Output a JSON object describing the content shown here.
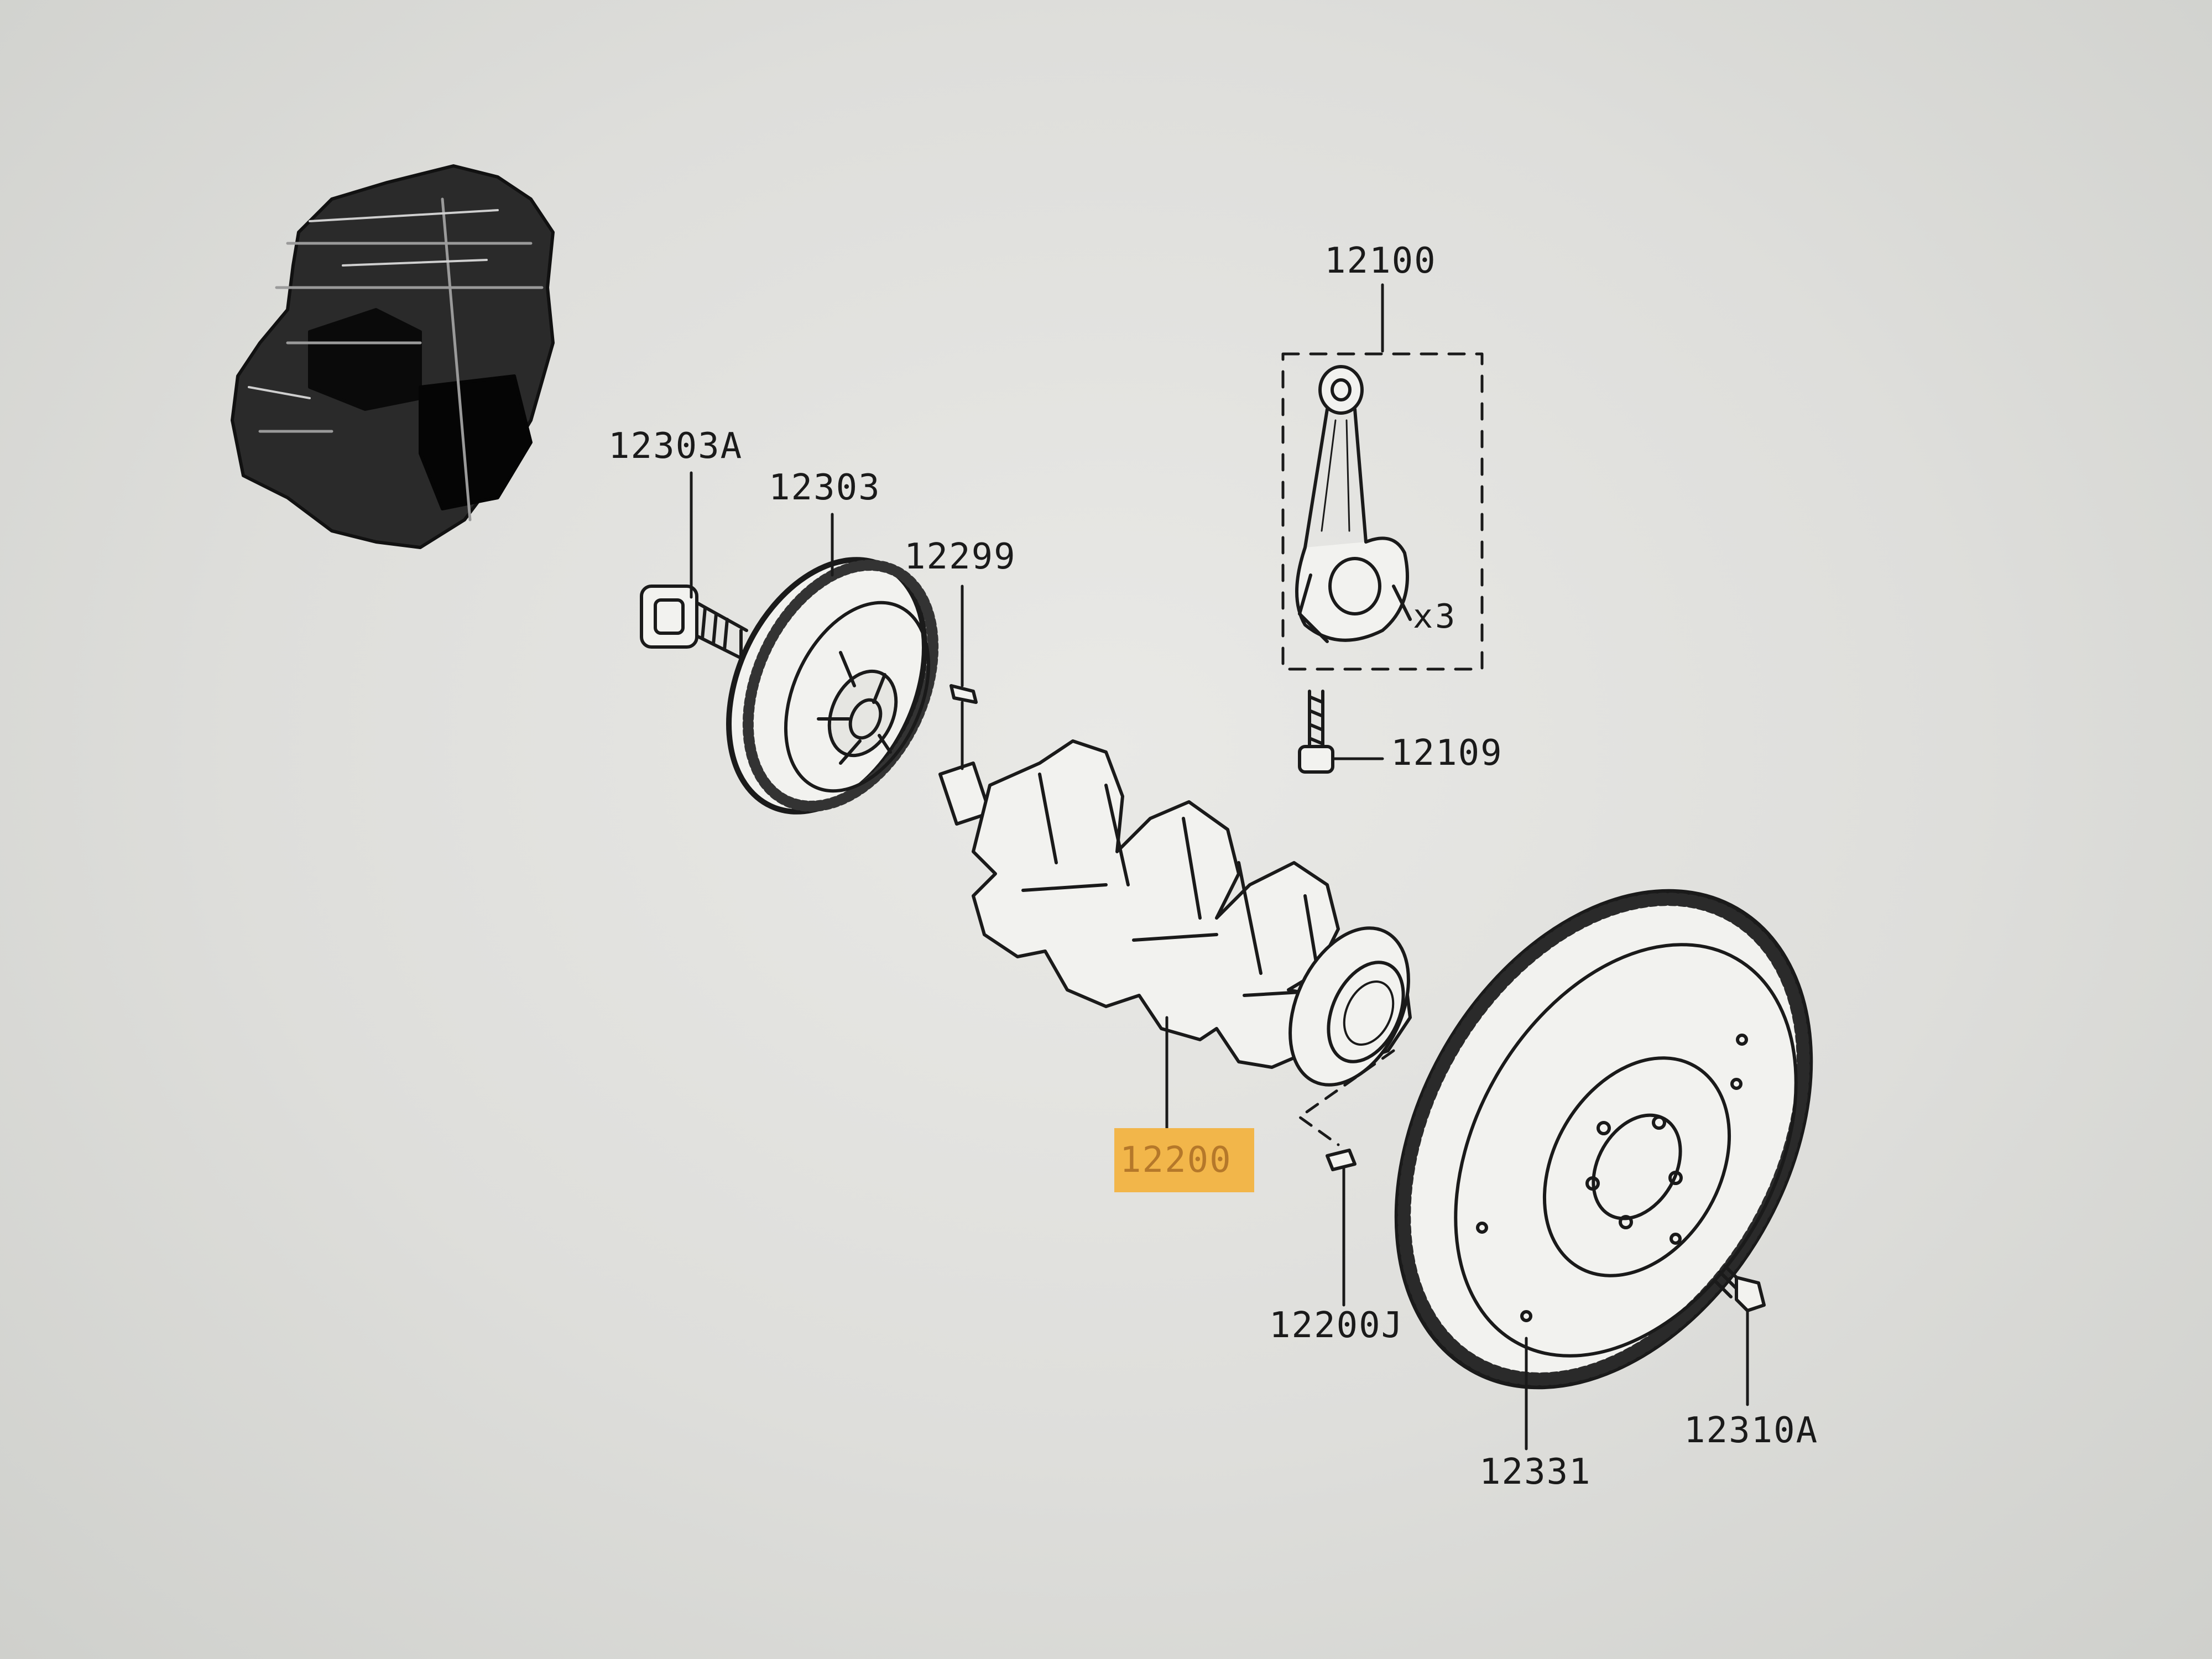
{
  "diagram": {
    "part_labels": {
      "p12303A": "12303A",
      "p12303": "12303",
      "p12299": "12299",
      "p12100": "12100",
      "p12109": "12109",
      "p12200": "12200",
      "p12200J": "12200J",
      "p12331": "12331",
      "p12310A": "12310A"
    },
    "quantity_note": "x3",
    "highlighted_part": "12200",
    "colors": {
      "highlight": "#f2b64a",
      "highlight_text": "#b5782a",
      "line": "#1a1a1a"
    }
  }
}
